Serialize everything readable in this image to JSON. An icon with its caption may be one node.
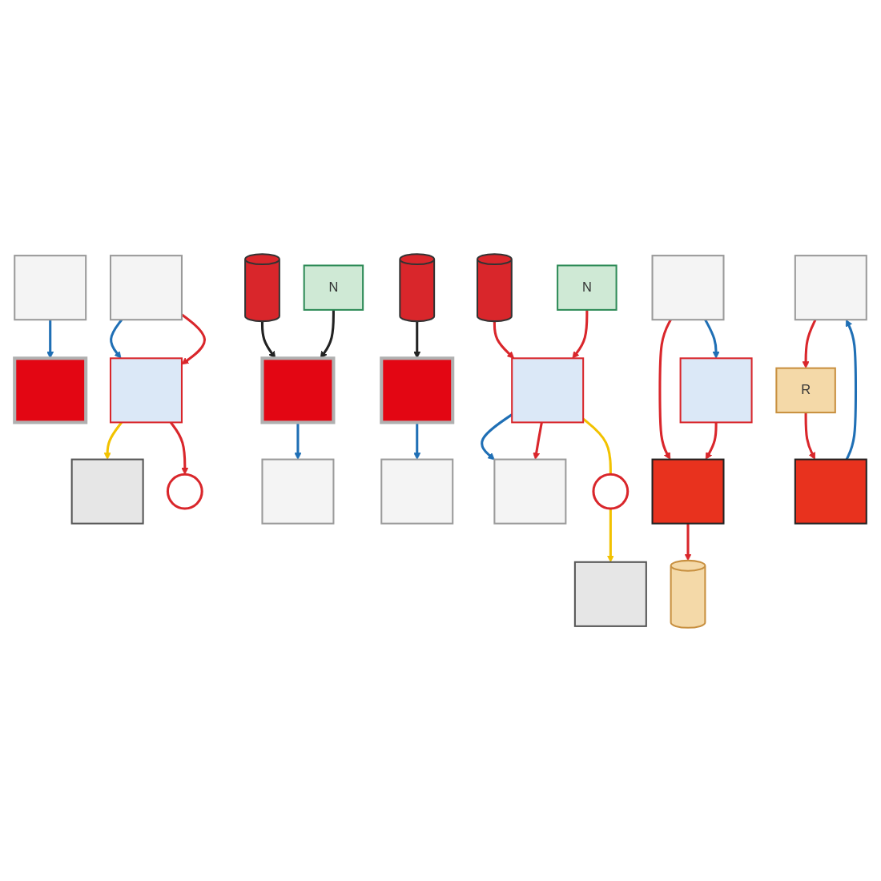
{
  "diagram": {
    "nodes": [
      {
        "text": [],
        "shape": "box"
      },
      {
        "text": [],
        "shape": "box"
      },
      {
        "text": [],
        "shape": "box"
      },
      {
        "text": [],
        "shape": "box"
      },
      {
        "text": [],
        "shape": "box"
      },
      {
        "text": [],
        "shape": "circle"
      },
      {
        "text": [],
        "shape": "box"
      },
      {
        "text": [],
        "shape": "box"
      },
      {
        "text": [],
        "shape": "cylinder"
      },
      {
        "text": [
          "N"
        ]
      },
      {
        "text": [],
        "shape": "box"
      },
      {
        "text": [],
        "shape": "box"
      },
      {
        "text": [],
        "shape": "cylinder"
      },
      {
        "text": [],
        "shape": "box"
      },
      {
        "text": [],
        "shape": "box"
      },
      {
        "text": [],
        "shape": "cylinder"
      },
      {
        "text": [
          "N"
        ]
      },
      {
        "text": [],
        "shape": "box"
      },
      {
        "text": [],
        "shape": "circle"
      },
      {
        "text": [],
        "shape": "box"
      },
      {
        "text": [],
        "shape": "cylinder"
      },
      {
        "text": [],
        "shape": "box"
      },
      {
        "text": [],
        "shape": "box"
      },
      {
        "text": [],
        "shape": "box"
      },
      {
        "text": [],
        "shape": "box"
      },
      {
        "text": [
          "R"
        ]
      }
    ],
    "edges": [
      {
        "from": 0,
        "to": 1,
        "arrow": "to",
        "color": "#1f6fb5"
      },
      {
        "from": 2,
        "to": 3,
        "arrow": "to",
        "color": "#1f6fb5"
      },
      {
        "from": 2,
        "to": 3,
        "arrow": "to"
      },
      {
        "from": 3,
        "to": 4,
        "arrow": "to",
        "color": "#f2c200"
      },
      {
        "from": 3,
        "to": 5,
        "arrow": "to"
      },
      {
        "from": 7,
        "to": 6,
        "arrow": "to",
        "color": "#1f6fb5"
      },
      {
        "from": 8,
        "to": 7,
        "arrow": "to",
        "color": "#222222"
      },
      {
        "from": 9,
        "to": 7,
        "arrow": "to",
        "color": "#222222"
      },
      {
        "from": 11,
        "to": 10,
        "arrow": "to",
        "color": "#1f6fb5"
      },
      {
        "from": 12,
        "to": 11,
        "arrow": "to",
        "color": "#222222"
      },
      {
        "from": 14,
        "to": 13,
        "arrow": "to",
        "color": "#1f6fb5"
      },
      {
        "from": 14,
        "to": 13,
        "arrow": "to"
      },
      {
        "from": 15,
        "to": 14,
        "arrow": "to"
      },
      {
        "from": 16,
        "to": 14,
        "arrow": "to"
      },
      {
        "from": 14,
        "to": 18,
        "arrow": "none",
        "color": "#f2c200"
      },
      {
        "from": 18,
        "to": 17,
        "arrow": "to",
        "color": "#f2c200"
      },
      {
        "from": 19,
        "to": 21,
        "arrow": "to",
        "color": "#1f6fb5"
      },
      {
        "from": 19,
        "to": 22,
        "arrow": "to"
      },
      {
        "from": 21,
        "to": 22,
        "arrow": "to"
      },
      {
        "from": 22,
        "to": 20,
        "arrow": "to"
      },
      {
        "from": 24,
        "to": 23,
        "arrow": "to",
        "color": "#1f6fb5"
      },
      {
        "from": 23,
        "to": 25,
        "arrow": "to"
      },
      {
        "from": 25,
        "to": 24,
        "arrow": "to"
      }
    ]
  }
}
